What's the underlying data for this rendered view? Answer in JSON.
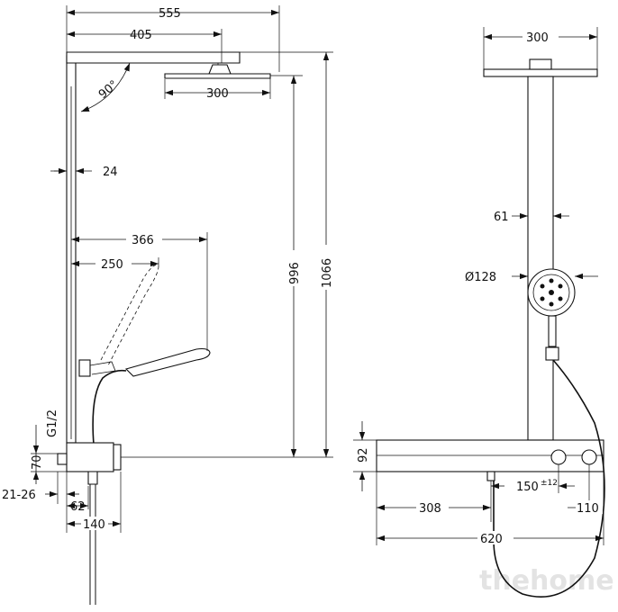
{
  "side_view": {
    "dims": {
      "width_overall": "555",
      "arm_length": "405",
      "head_width": "300",
      "angle": "90°",
      "pipe_offset": "24",
      "handshower_far": "366",
      "handshower_near": "250",
      "height_head": "996",
      "height_total": "1066",
      "thread": "G1/2",
      "inlet_height": "70",
      "wall_range": "21-26",
      "body_depth_small": "62",
      "body_depth": "140"
    }
  },
  "front_view": {
    "dims": {
      "head_width": "300",
      "pipe_width": "61",
      "handshower_diameter": "Ø128",
      "thermostat_height": "92",
      "inlet_spacing": "150",
      "inlet_tolerance": "±12",
      "edge_right": "110",
      "center_offset": "308",
      "thermostat_width": "620"
    }
  },
  "watermark": "thehome"
}
